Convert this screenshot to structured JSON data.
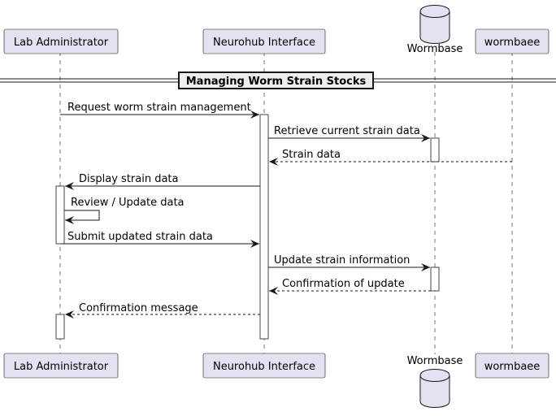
{
  "diagram": {
    "participants": [
      {
        "id": "admin",
        "label": "Lab Administrator",
        "shape": "box"
      },
      {
        "id": "ui",
        "label": "Neurohub Interface",
        "shape": "box"
      },
      {
        "id": "wb",
        "label": "Wormbase",
        "shape": "database"
      },
      {
        "id": "wormbaee",
        "label": "wormbaee",
        "shape": "box"
      }
    ],
    "section_title": "Managing Worm Strain Stocks",
    "messages": [
      {
        "from": "admin",
        "to": "ui",
        "label": "Request worm strain management",
        "style": "solid"
      },
      {
        "from": "ui",
        "to": "wb",
        "label": "Retrieve current strain data",
        "style": "solid"
      },
      {
        "from": "wormbaee",
        "to": "ui",
        "label": "Strain data",
        "style": "dashed"
      },
      {
        "from": "ui",
        "to": "admin",
        "label": "Display strain data",
        "style": "solid"
      },
      {
        "from": "admin",
        "to": "admin",
        "label": "Review / Update data",
        "style": "solid"
      },
      {
        "from": "admin",
        "to": "ui",
        "label": "Submit updated strain data",
        "style": "solid"
      },
      {
        "from": "ui",
        "to": "wb",
        "label": "Update strain information",
        "style": "solid"
      },
      {
        "from": "wb",
        "to": "ui",
        "label": "Confirmation of update",
        "style": "dashed"
      },
      {
        "from": "ui",
        "to": "admin",
        "label": "Confirmation message",
        "style": "dashed"
      }
    ],
    "colors": {
      "participant_fill": "#E2E2F0",
      "participant_stroke": "#181818",
      "lifeline": "#181818",
      "activation_fill": "#FFFFFF",
      "section_fill": "#EEEEEE"
    }
  }
}
